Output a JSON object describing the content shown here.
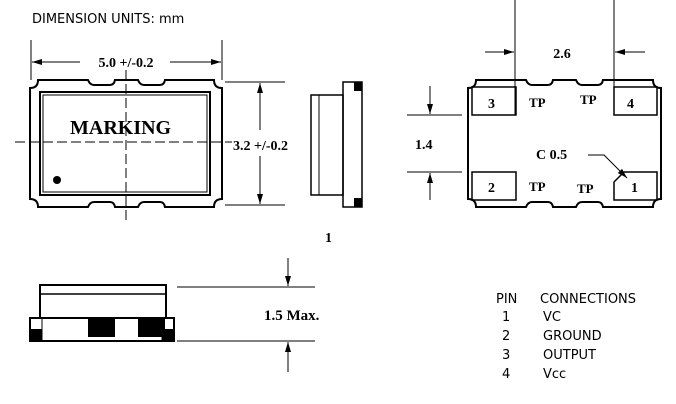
{
  "units_label": "DIMENSION UNITS: mm",
  "top_view": {
    "width_dim": "5.0 +/-0.2",
    "height_dim": "3.2 +/-0.2",
    "marking": "MARKING"
  },
  "bottom_view": {
    "pitch_dim": "2.6",
    "pad_gap_dim": "1.4",
    "chamfer_label": "C 0.5",
    "pads": [
      "1",
      "2",
      "3",
      "4"
    ],
    "tp_label": "TP"
  },
  "pin1_label": "1",
  "side_view": {
    "height_dim": "1.5 Max."
  },
  "pin_table": {
    "header_pin": "PIN",
    "header_conn": "CONNECTIONS",
    "rows": [
      {
        "pin": "1",
        "name": "VC"
      },
      {
        "pin": "2",
        "name": "GROUND"
      },
      {
        "pin": "3",
        "name": "OUTPUT"
      },
      {
        "pin": "4",
        "name": "Vcc"
      }
    ]
  }
}
